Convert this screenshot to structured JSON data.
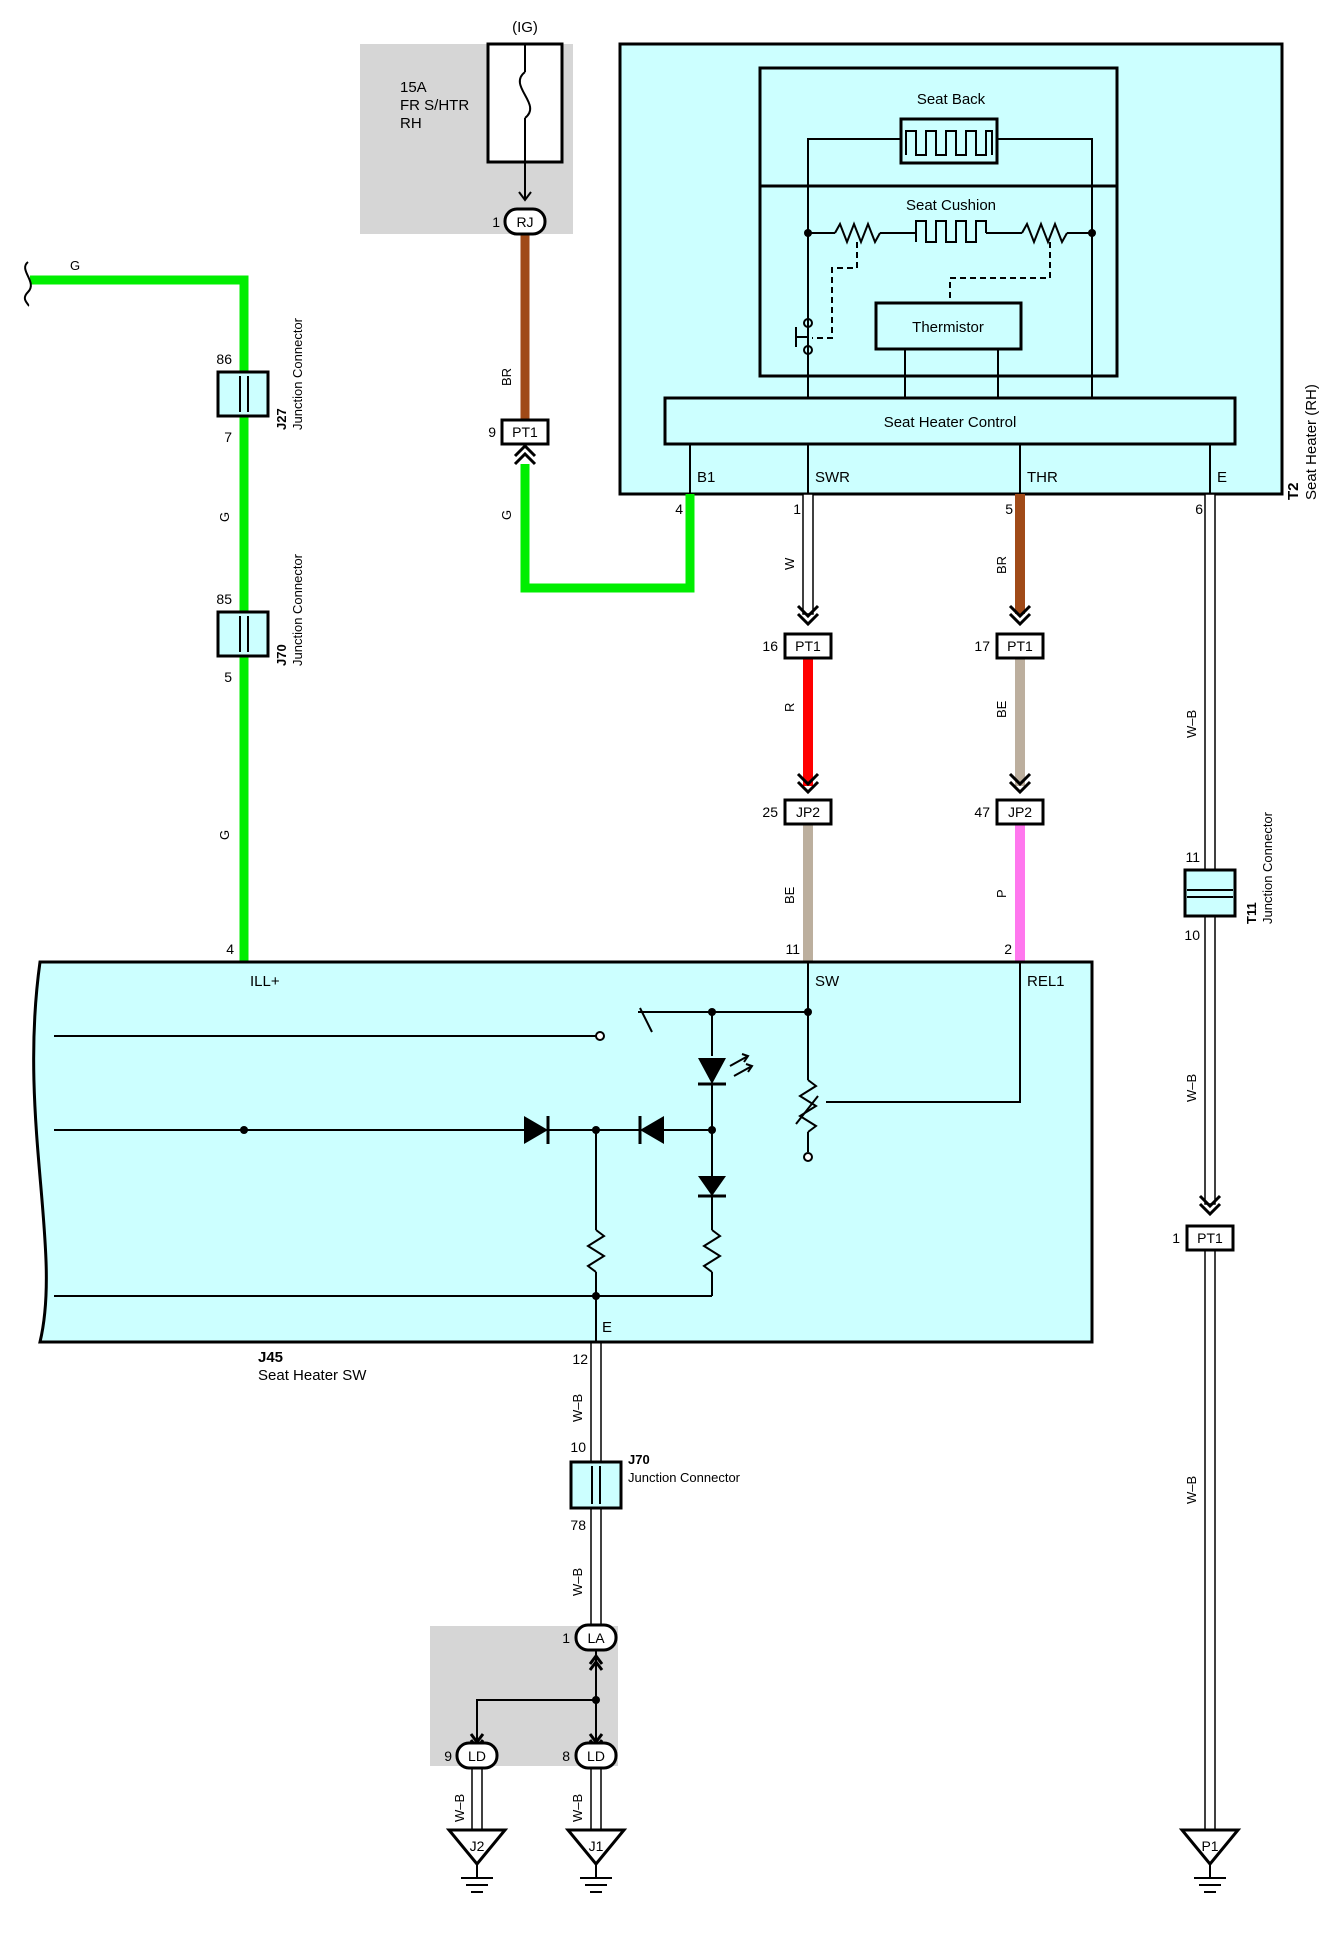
{
  "colors": {
    "G": "#00ee00",
    "BR": "#a04a18",
    "R": "#ff0000",
    "BE": "#bcaf9e",
    "P": "#ff77ee",
    "W": "#ffffff",
    "WB": "#ffffff",
    "component_fill": "#ccffff",
    "shade": "#d6d6d6"
  },
  "power": {
    "ig_label": "(IG)",
    "fuse_amp": "15A",
    "fuse_name_1": "FR S/HTR",
    "fuse_name_2": "RH"
  },
  "seat_heater": {
    "code": "T2",
    "name": "Seat Heater (RH)",
    "back_label": "Seat Back",
    "cushion_label": "Seat Cushion",
    "thermistor_label": "Thermistor",
    "control_label": "Seat Heater Control",
    "pins": [
      {
        "name": "B1",
        "num": "4"
      },
      {
        "name": "SWR",
        "num": "1"
      },
      {
        "name": "THR",
        "num": "5"
      },
      {
        "name": "E",
        "num": "6"
      }
    ]
  },
  "switch": {
    "code": "J45",
    "name": "Seat Heater SW",
    "pins": [
      {
        "name": "ILL+",
        "num": "4"
      },
      {
        "name": "SW",
        "num": "11"
      },
      {
        "name": "REL1",
        "num": "2"
      },
      {
        "name": "E",
        "num": "12"
      }
    ]
  },
  "junctions": {
    "j27": {
      "code": "J27",
      "name": "Junction Connector",
      "pin_top": "86",
      "pin_bottom": "7"
    },
    "j70_left": {
      "code": "J70",
      "name": "Junction Connector",
      "pin_top": "85",
      "pin_bottom": "5"
    },
    "t11": {
      "code": "T11",
      "name": "Junction Connector",
      "pin_top": "11",
      "pin_bottom": "10"
    },
    "j70_bottom": {
      "code": "J70",
      "name": "Junction Connector",
      "pin_top": "10",
      "pin_bottom": "78"
    }
  },
  "connectors": {
    "rj": {
      "name": "RJ",
      "pin": "1"
    },
    "pt1_9": {
      "name": "PT1",
      "pin": "9"
    },
    "pt1_16": {
      "name": "PT1",
      "pin": "16"
    },
    "pt1_17": {
      "name": "PT1",
      "pin": "17"
    },
    "jp2_25": {
      "name": "JP2",
      "pin": "25"
    },
    "jp2_47": {
      "name": "JP2",
      "pin": "47"
    },
    "pt1_1": {
      "name": "PT1",
      "pin": "1"
    },
    "la": {
      "name": "LA",
      "pin": "1"
    },
    "ld_9": {
      "name": "LD",
      "pin": "9"
    },
    "ld_8": {
      "name": "LD",
      "pin": "8"
    }
  },
  "grounds": [
    "J2",
    "J1",
    "P1"
  ],
  "wires": {
    "g_top": "G",
    "g_mid": "G",
    "g_low": "G",
    "br_fuse": "BR",
    "g_b1": "G",
    "w_swr": "W",
    "r": "R",
    "be_sw": "BE",
    "br_thr": "BR",
    "be_thr": "BE",
    "p_rel": "P",
    "wb_e1": "W–B",
    "wb_e2": "W–B",
    "wb_e3": "W–B",
    "wb_j45a": "W–B",
    "wb_j45b": "W–B",
    "wb_j2": "W–B",
    "wb_j1": "W–B"
  }
}
